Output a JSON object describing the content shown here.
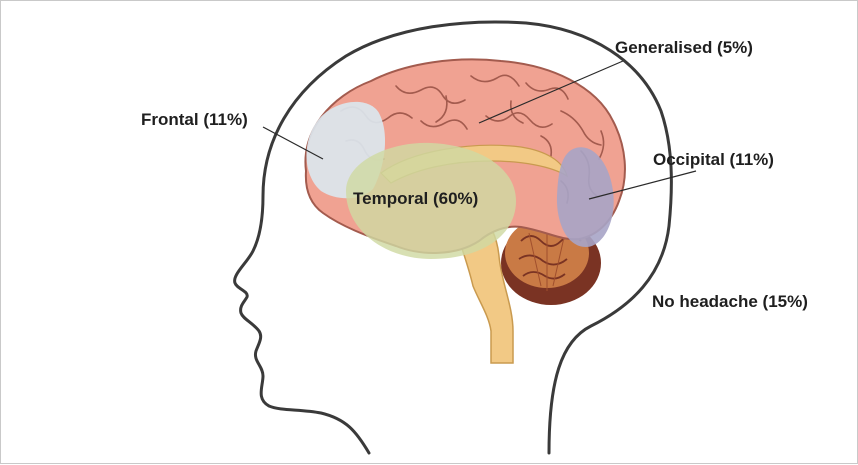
{
  "labels": {
    "frontal": "Frontal (11%)",
    "temporal": "Temporal (60%)",
    "generalised": "Generalised (5%)",
    "occipital": "Occipital (11%)",
    "no_headache": "No headache (15%)"
  },
  "colors": {
    "outline": "#3a3a3a",
    "brain_fill": "#f0a292",
    "brain_fold": "#a35b4e",
    "brain_stem": "#f2c985",
    "cerebellum_outer": "#7a3323",
    "cerebellum_inner": "#c97a45",
    "frontal_highlight": "#dbe6ee",
    "temporal_highlight": "#cfd9a2",
    "occipital_highlight": "#a7a4c6"
  }
}
